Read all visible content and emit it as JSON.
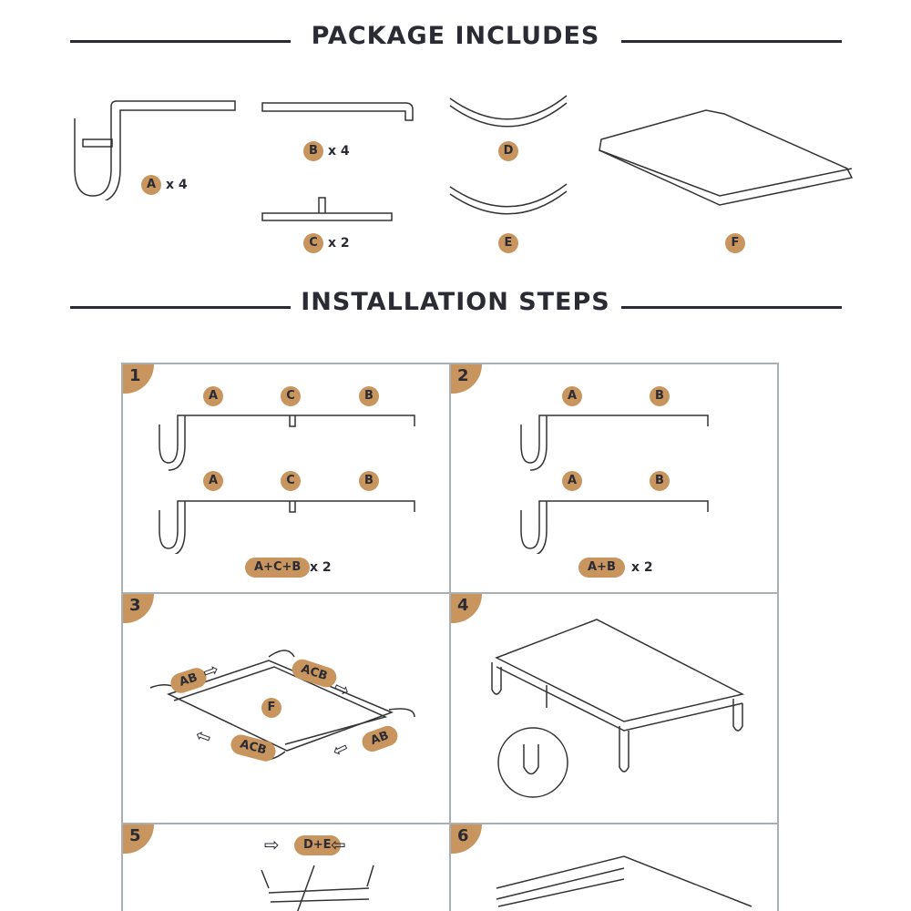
{
  "headings": {
    "package": "PACKAGE INCLUDES",
    "install": "INSTALLATION STEPS"
  },
  "parts": [
    {
      "label": "A",
      "qty": "x 4"
    },
    {
      "label": "B",
      "qty": "x 4"
    },
    {
      "label": "C",
      "qty": "x 2"
    },
    {
      "label": "D"
    },
    {
      "label": "E"
    },
    {
      "label": "F"
    }
  ],
  "steps": [
    {
      "number": "1",
      "labels": [
        "A",
        "C",
        "B"
      ],
      "combo": "A+C+B",
      "qty": "x 2"
    },
    {
      "number": "2",
      "labels": [
        "A",
        "B"
      ],
      "combo": "A+B",
      "qty": "x 2"
    },
    {
      "number": "3",
      "labels": [
        "AB",
        "ACB",
        "F",
        "ACB",
        "AB"
      ]
    },
    {
      "number": "4"
    },
    {
      "number": "5",
      "labels": [
        "D+E"
      ]
    },
    {
      "number": "6"
    }
  ],
  "colors": {
    "accent": "#c8955e",
    "text": "#2b2b33",
    "border": "#a9b0b3"
  }
}
